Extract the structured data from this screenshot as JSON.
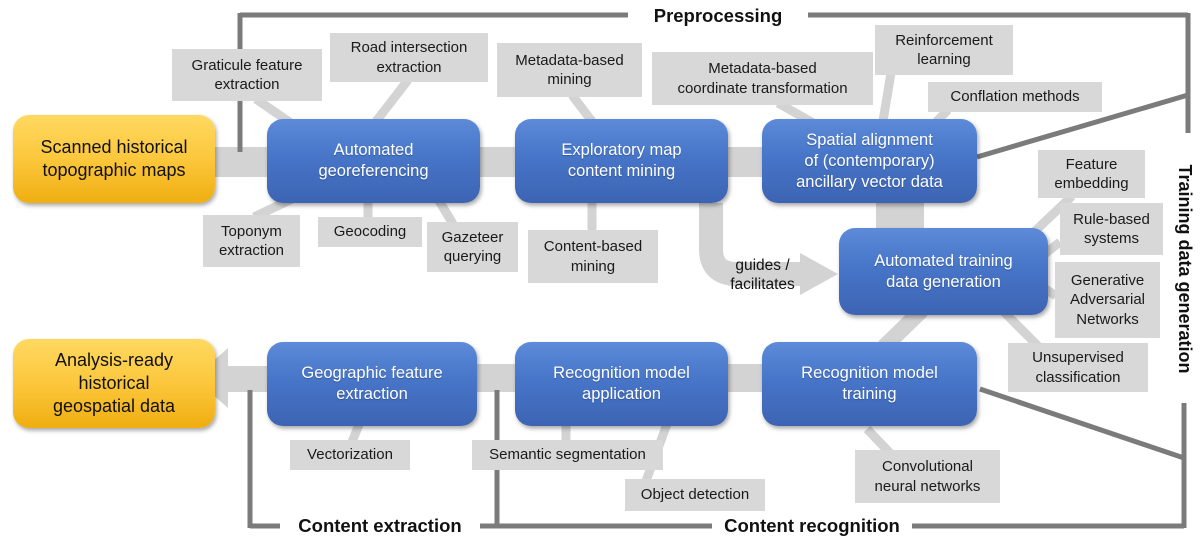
{
  "sections": {
    "preprocessing": "Preprocessing",
    "training_data_generation": "Training data generation",
    "content_extraction": "Content extraction",
    "content_recognition": "Content recognition"
  },
  "io_nodes": {
    "input": "Scanned historical\ntopographic maps",
    "output": "Analysis-ready\nhistorical\ngeospatial data"
  },
  "process_nodes": {
    "georeferencing": "Automated\ngeoreferencing",
    "map_content_mining": "Exploratory map\ncontent mining",
    "spatial_alignment": "Spatial alignment\nof (contemporary)\nancillary vector data",
    "training_data_generation": "Automated training\ndata generation",
    "recognition_model_training": "Recognition model\ntraining",
    "recognition_model_application": "Recognition model\napplication",
    "geographic_feature_extraction": "Geographic feature\nextraction"
  },
  "method_labels": {
    "graticule": "Graticule feature\nextraction",
    "road_intersection": "Road intersection\nextraction",
    "metadata_mining": "Metadata-based\nmining",
    "metadata_coordinate": "Metadata-based\ncoordinate transformation",
    "reinforcement": "Reinforcement\nlearning",
    "conflation": "Conflation methods",
    "toponym": "Toponym\nextraction",
    "geocoding": "Geocoding",
    "gazeteer": "Gazeteer\nquerying",
    "content_based_mining": "Content-based\nmining",
    "feature_embedding": "Feature\nembedding",
    "rule_based": "Rule-based\nsystems",
    "gan": "Generative\nAdversarial\nNetworks",
    "unsupervised": "Unsupervised\nclassification",
    "vectorization": "Vectorization",
    "semantic_segmentation": "Semantic segmentation",
    "object_detection": "Object detection",
    "cnn": "Convolutional\nneural networks"
  },
  "flow_labels": {
    "guides": "guides /\nfacilitates"
  },
  "colors": {
    "process_blue": "#4775c8",
    "io_yellow": "#fcc73c",
    "method_gray": "#d8d8d8",
    "connector_gray": "#d3d3d3",
    "bracket_gray": "#7b7b7b",
    "process_text": "#ffffff",
    "label_text": "#1a1a1a"
  }
}
